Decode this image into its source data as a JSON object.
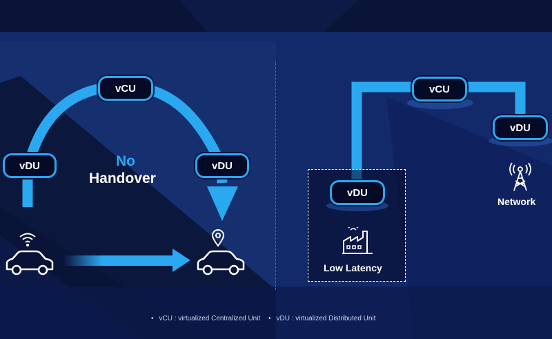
{
  "left": {
    "vcu_label": "vCU",
    "vdu_left_label": "vDU",
    "vdu_right_label": "vDU",
    "no_text": "No",
    "handover_text": "Handover"
  },
  "right": {
    "vcu_label": "vCU",
    "vdu_network_label": "vDU",
    "vdu_latency_label": "vDU",
    "network_text": "Network",
    "latency_text": "Low Latency"
  },
  "legend": {
    "vcu_note": "vCU : virtualized Centralized Unit",
    "vdu_note": "vDU : virtualized Distributed Unit",
    "bullet": "•"
  },
  "icons": [
    "wifi-icon",
    "car-icon",
    "location-pin-icon",
    "factory-icon",
    "cell-tower-icon"
  ],
  "colors": {
    "accent": "#2aa8f0",
    "background": "#0f1f55",
    "pill": "#050a26"
  }
}
